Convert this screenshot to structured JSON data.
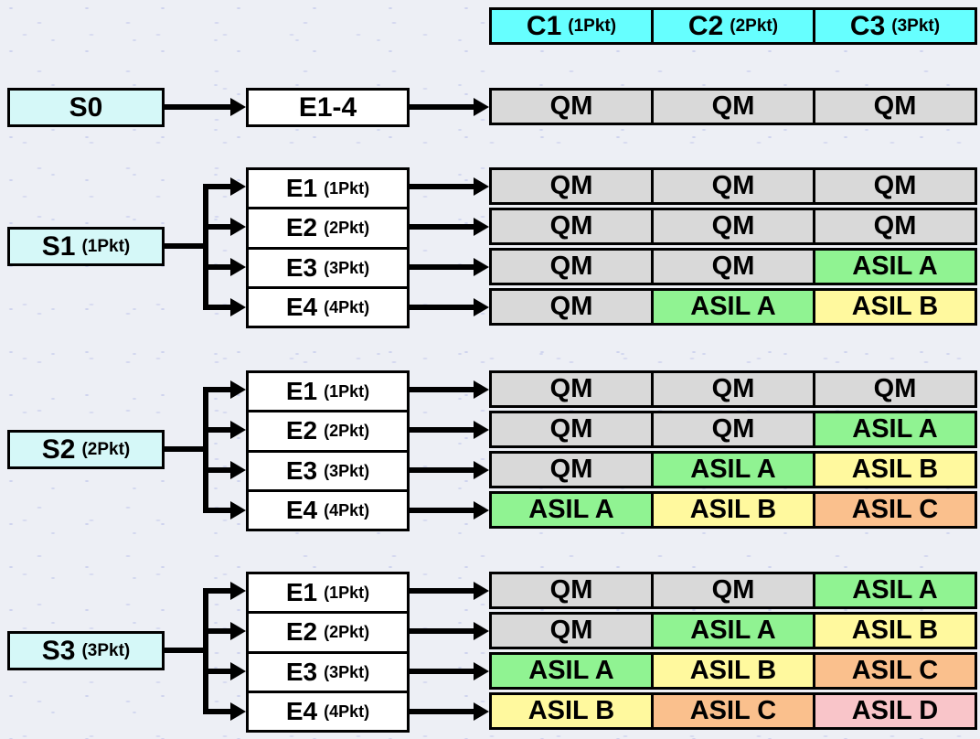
{
  "colors": {
    "header_fill": "#66FFFF",
    "severity_fill": "#D5F8F8",
    "exposure_fill": "#FFFFFF",
    "background": "#EDEFF5"
  },
  "level_colors": {
    "qm": "#D9D9D9",
    "a": "#90F392",
    "b": "#FFF99E",
    "c": "#FAC08D",
    "d": "#F9C5C9"
  },
  "header": {
    "cells": [
      {
        "label": "C1",
        "sub": "(1Pkt)"
      },
      {
        "label": "C2",
        "sub": "(2Pkt)"
      },
      {
        "label": "C3",
        "sub": "(3Pkt)"
      }
    ]
  },
  "s0": {
    "severity": {
      "label": "S0"
    },
    "exposure": {
      "label": "E1-4"
    },
    "results": [
      {
        "label": "QM",
        "level": "qm"
      },
      {
        "label": "QM",
        "level": "qm"
      },
      {
        "label": "QM",
        "level": "qm"
      }
    ]
  },
  "blocks": [
    {
      "severity": {
        "label": "S1",
        "sub": "(1Pkt)"
      },
      "rows": [
        {
          "exposure": {
            "label": "E1",
            "sub": "(1Pkt)"
          },
          "results": [
            {
              "label": "QM",
              "level": "qm"
            },
            {
              "label": "QM",
              "level": "qm"
            },
            {
              "label": "QM",
              "level": "qm"
            }
          ]
        },
        {
          "exposure": {
            "label": "E2",
            "sub": "(2Pkt)"
          },
          "results": [
            {
              "label": "QM",
              "level": "qm"
            },
            {
              "label": "QM",
              "level": "qm"
            },
            {
              "label": "QM",
              "level": "qm"
            }
          ]
        },
        {
          "exposure": {
            "label": "E3",
            "sub": "(3Pkt)"
          },
          "results": [
            {
              "label": "QM",
              "level": "qm"
            },
            {
              "label": "QM",
              "level": "qm"
            },
            {
              "label": "ASIL A",
              "level": "a"
            }
          ]
        },
        {
          "exposure": {
            "label": "E4",
            "sub": "(4Pkt)"
          },
          "results": [
            {
              "label": "QM",
              "level": "qm"
            },
            {
              "label": "ASIL A",
              "level": "a"
            },
            {
              "label": "ASIL B",
              "level": "b"
            }
          ]
        }
      ]
    },
    {
      "severity": {
        "label": "S2",
        "sub": "(2Pkt)"
      },
      "rows": [
        {
          "exposure": {
            "label": "E1",
            "sub": "(1Pkt)"
          },
          "results": [
            {
              "label": "QM",
              "level": "qm"
            },
            {
              "label": "QM",
              "level": "qm"
            },
            {
              "label": "QM",
              "level": "qm"
            }
          ]
        },
        {
          "exposure": {
            "label": "E2",
            "sub": "(2Pkt)"
          },
          "results": [
            {
              "label": "QM",
              "level": "qm"
            },
            {
              "label": "QM",
              "level": "qm"
            },
            {
              "label": "ASIL A",
              "level": "a"
            }
          ]
        },
        {
          "exposure": {
            "label": "E3",
            "sub": "(3Pkt)"
          },
          "results": [
            {
              "label": "QM",
              "level": "qm"
            },
            {
              "label": "ASIL A",
              "level": "a"
            },
            {
              "label": "ASIL B",
              "level": "b"
            }
          ]
        },
        {
          "exposure": {
            "label": "E4",
            "sub": "(4Pkt)"
          },
          "results": [
            {
              "label": "ASIL A",
              "level": "a"
            },
            {
              "label": "ASIL B",
              "level": "b"
            },
            {
              "label": "ASIL C",
              "level": "c"
            }
          ]
        }
      ]
    },
    {
      "severity": {
        "label": "S3",
        "sub": "(3Pkt)"
      },
      "rows": [
        {
          "exposure": {
            "label": "E1",
            "sub": "(1Pkt)"
          },
          "results": [
            {
              "label": "QM",
              "level": "qm"
            },
            {
              "label": "QM",
              "level": "qm"
            },
            {
              "label": "ASIL A",
              "level": "a"
            }
          ]
        },
        {
          "exposure": {
            "label": "E2",
            "sub": "(2Pkt)"
          },
          "results": [
            {
              "label": "QM",
              "level": "qm"
            },
            {
              "label": "ASIL A",
              "level": "a"
            },
            {
              "label": "ASIL B",
              "level": "b"
            }
          ]
        },
        {
          "exposure": {
            "label": "E3",
            "sub": "(3Pkt)"
          },
          "results": [
            {
              "label": "ASIL A",
              "level": "a"
            },
            {
              "label": "ASIL B",
              "level": "b"
            },
            {
              "label": "ASIL C",
              "level": "c"
            }
          ]
        },
        {
          "exposure": {
            "label": "E4",
            "sub": "(4Pkt)"
          },
          "results": [
            {
              "label": "ASIL B",
              "level": "b"
            },
            {
              "label": "ASIL C",
              "level": "c"
            },
            {
              "label": "ASIL D",
              "level": "d"
            }
          ]
        }
      ]
    }
  ]
}
